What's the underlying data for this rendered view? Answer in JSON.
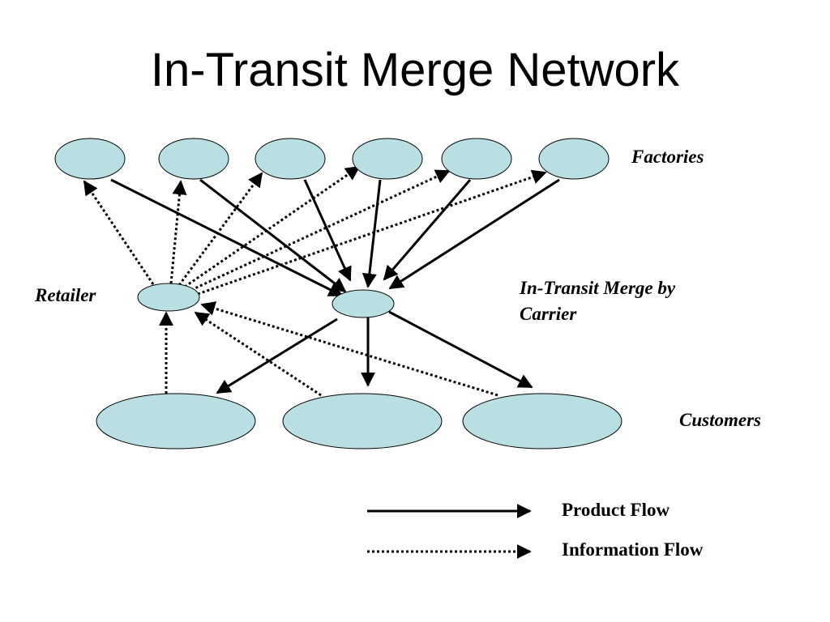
{
  "title": "In-Transit Merge Network",
  "labels": {
    "factories": "Factories",
    "retailer": "Retailer",
    "merge_line1": "In-Transit Merge by",
    "merge_line2": "Carrier",
    "customers": "Customers"
  },
  "legend": {
    "product_flow": "Product Flow",
    "information_flow": "Information Flow"
  },
  "colors": {
    "node_fill": "#b9dfe2",
    "stroke": "#000000"
  }
}
